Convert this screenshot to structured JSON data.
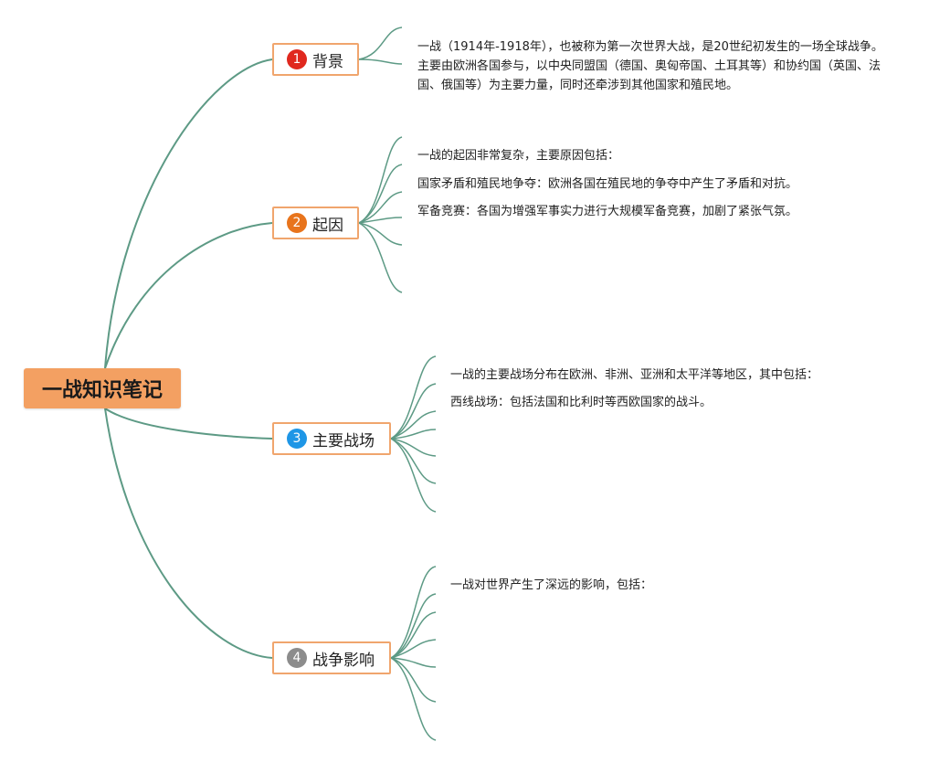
{
  "root": {
    "title": "一战知识笔记"
  },
  "topics": [
    {
      "num": "1",
      "label": "背景",
      "badge_color": "#e0281e",
      "notes": [
        "一战（1914年-1918年），也被称为第一次世界大战，是20世纪初发生的一场全球战争。主要由欧洲各国参与，以中央同盟国（德国、奥匈帝国、土耳其等）和协约国（英国、法国、俄国等）为主要力量，同时还牵涉到其他国家和殖民地。"
      ]
    },
    {
      "num": "2",
      "label": "起因",
      "badge_color": "#e8741c",
      "notes": [
        "一战的起因非常复杂，主要原因包括：",
        "国家矛盾和殖民地争夺：欧洲各国在殖民地的争夺中产生了矛盾和对抗。",
        "军备竞赛：各国为增强军事实力进行大规模军备竞赛，加剧了紧张气氛。"
      ]
    },
    {
      "num": "3",
      "label": "主要战场",
      "badge_color": "#1e96e6",
      "notes": [
        "一战的主要战场分布在欧洲、非洲、亚洲和太平洋等地区，其中包括：",
        "西线战场：包括法国和比利时等西欧国家的战斗。"
      ]
    },
    {
      "num": "4",
      "label": "战争影响",
      "badge_color": "#8c8c8c",
      "notes": [
        "一战对世界产生了深远的影响，包括："
      ]
    }
  ],
  "colors": {
    "connector": "#5d9a85",
    "root_fill": "#f3a062",
    "topic_border": "#f0a56d"
  }
}
